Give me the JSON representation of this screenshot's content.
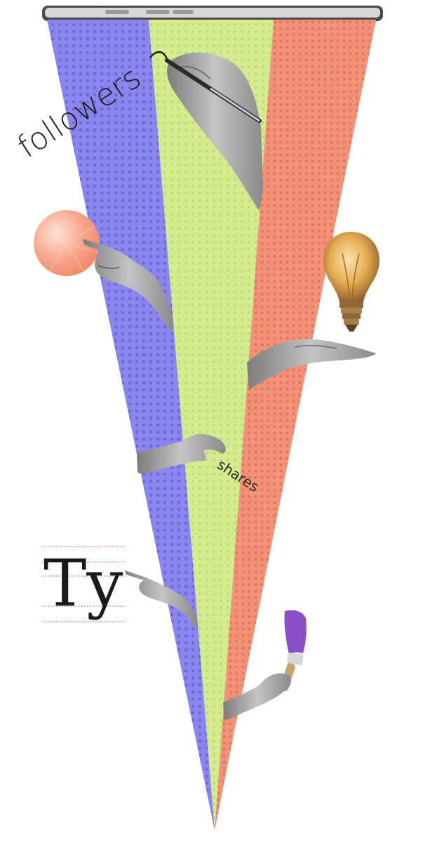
{
  "collage": {
    "labels": {
      "followers": "followers",
      "shares": "shares",
      "type_sample": "Ty"
    }
  },
  "colors": {
    "stripe_left": "#8b86ee",
    "stripe_middle": "#d4ec8e",
    "stripe_right": "#f29378",
    "halftone_dot_left": "#6d68d6",
    "halftone_dot_middle": "#bcd876",
    "halftone_dot_right": "#e0775c",
    "device_frame": "#3a3a3a",
    "skin_gray": "#9b9b9b",
    "orb": "#f7a58a",
    "paint": "#8a4fc6",
    "bulb_glow": "#e5a84a"
  }
}
